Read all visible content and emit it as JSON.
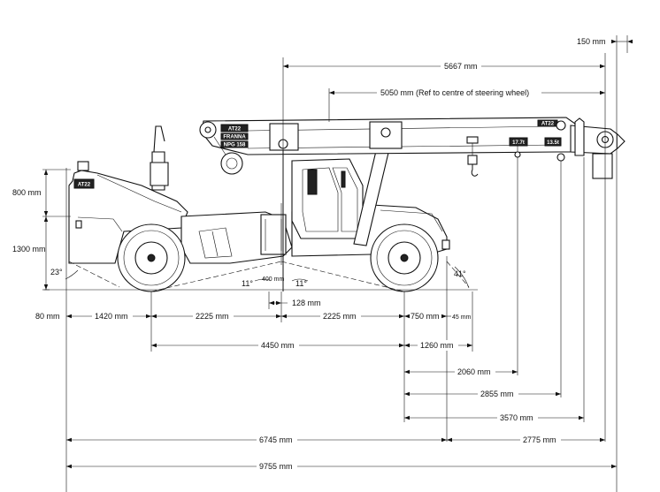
{
  "dimensions": {
    "d150": "150 mm",
    "d5667": "5667 mm",
    "d5050": "5050 mm  (Ref to centre of steering wheel)",
    "d800": "800 mm",
    "d1300": "1300 mm",
    "d80": "80 mm",
    "d1420": "1420 mm",
    "d2225a": "2225 mm",
    "d2225b": "2225 mm",
    "d750": "750 mm",
    "d45": "45 mm",
    "d400": "400 mm",
    "d128": "128 mm",
    "d4450": "4450 mm",
    "d1260": "1260 mm",
    "d2060": "2060 mm",
    "d2855": "2855 mm",
    "d3570": "3570 mm",
    "d6745": "6745 mm",
    "d2775": "2775 mm",
    "d9755": "9755 mm"
  },
  "angles": {
    "a23": "23°",
    "a11l": "11°",
    "a11r": "11°",
    "a41": "41°"
  },
  "badges": {
    "boom_tip": "AT22",
    "counterweight": "AT22",
    "plate_1": "AT22",
    "plate_2": "FRANNA",
    "plate_3": "NPG 158",
    "plate_4": "17.7t",
    "plate_5": "13.5t"
  }
}
